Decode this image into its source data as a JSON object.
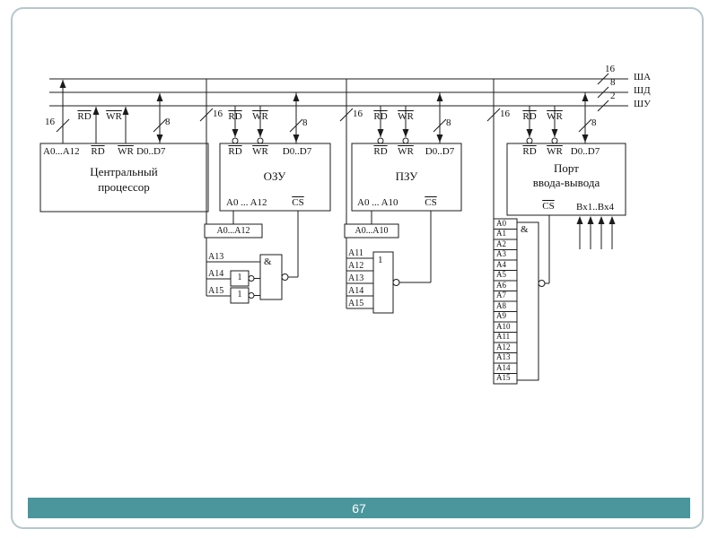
{
  "slide": {
    "page_number": "67"
  },
  "buses": {
    "address": {
      "name": "ША",
      "width": "16"
    },
    "data": {
      "name": "ШД",
      "width": "8"
    },
    "control": {
      "name": "ШУ",
      "width": "2"
    }
  },
  "cpu": {
    "title": [
      "Центральный",
      "процессор"
    ],
    "pins": {
      "addr": "A0...A12",
      "rd": "RD",
      "wr": "WR",
      "data": "D0..D7"
    },
    "wires": {
      "addr_width": "16",
      "rd": "RD",
      "wr": "WR",
      "data_width": "8"
    }
  },
  "ram": {
    "title": "ОЗУ",
    "pins": {
      "rd": "RD",
      "wr": "WR",
      "data": "D0..D7",
      "addr": "A0 ... A12",
      "cs": "CS"
    },
    "wires": {
      "addr_width": "16",
      "rd": "RD",
      "wr": "WR",
      "data_width": "8"
    },
    "decoder": {
      "addr": "A0...A12",
      "a13": "A13",
      "a14": "A14",
      "a15": "A15",
      "inv": "1",
      "and": "&"
    }
  },
  "rom": {
    "title": "ПЗУ",
    "pins": {
      "rd": "RD",
      "wr": "WR",
      "data": "D0..D7",
      "addr": "A0 ... A10",
      "cs": "CS"
    },
    "wires": {
      "addr_width": "16",
      "rd": "RD",
      "wr": "WR",
      "data_width": "8"
    },
    "decoder": {
      "addr": "A0...A10",
      "inputs": [
        "A11",
        "A12",
        "A13",
        "A14",
        "A15"
      ],
      "gate": "1"
    }
  },
  "io_port": {
    "title": [
      "Порт",
      "ввода-вывода"
    ],
    "pins": {
      "rd": "RD",
      "wr": "WR",
      "data": "D0..D7",
      "cs": "CS",
      "ext": "Вх1..Вх4"
    },
    "wires": {
      "addr_width": "16",
      "rd": "RD",
      "wr": "WR",
      "data_width": "8"
    },
    "decoder": {
      "inputs": [
        "A0",
        "A1",
        "A2",
        "A3",
        "A4",
        "A5",
        "A6",
        "A7",
        "A8",
        "A9",
        "A10",
        "A11",
        "A12",
        "A13",
        "A14",
        "A15"
      ],
      "gate": "&"
    }
  }
}
